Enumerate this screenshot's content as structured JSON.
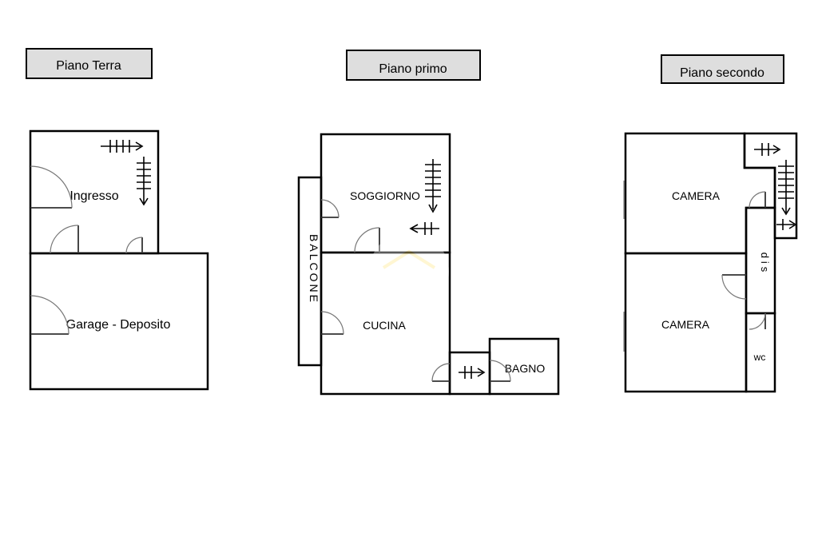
{
  "floors": {
    "ground": {
      "title": "Piano Terra",
      "rooms": {
        "ingresso": "Ingresso",
        "garage": "Garage - Deposito"
      }
    },
    "first": {
      "title": "Piano primo",
      "rooms": {
        "soggiorno": "SOGGIORNO",
        "cucina": "CUCINA",
        "bagno": "BAGNO",
        "balcone": "BALCONE"
      }
    },
    "second": {
      "title": "Piano secondo",
      "rooms": {
        "camera_top": "CAMERA",
        "camera_bottom": "CAMERA",
        "dis": "dis",
        "wc": "wc"
      }
    }
  },
  "colors": {
    "grey_room": "#d9d9d9",
    "soggiorno": "#ffff00",
    "cucina": "#ffcc00",
    "bagno": "#d0e6f8",
    "balcone": "#b56f00",
    "camera": "#ffd0dc",
    "dis": "#d9d9d9",
    "wc": "#d0e6f8"
  }
}
